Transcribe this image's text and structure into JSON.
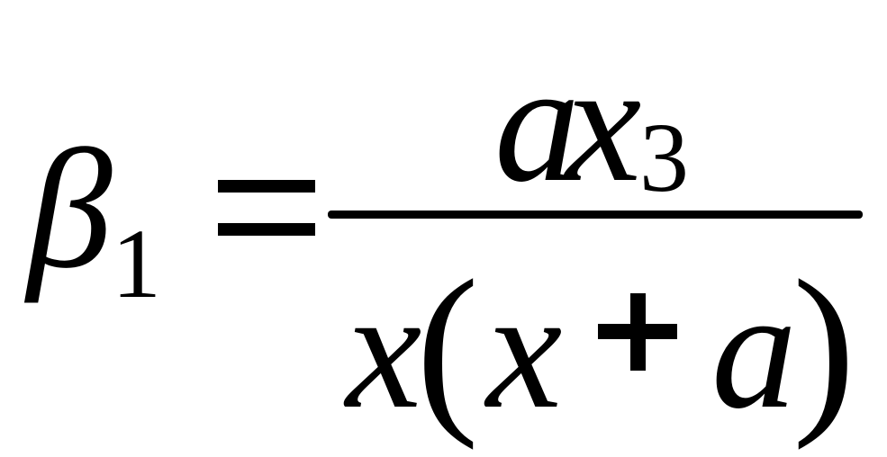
{
  "formula": {
    "lhs": {
      "symbol": "β",
      "subscript": "1"
    },
    "relation": "=",
    "numerator": {
      "var_a": "a",
      "var_x": "x",
      "subscript": "3"
    },
    "denominator": {
      "var_x_outer": "x",
      "open_paren": "(",
      "var_x_inner": "x",
      "operator": "+",
      "var_a": "a",
      "close_paren": ")"
    }
  }
}
